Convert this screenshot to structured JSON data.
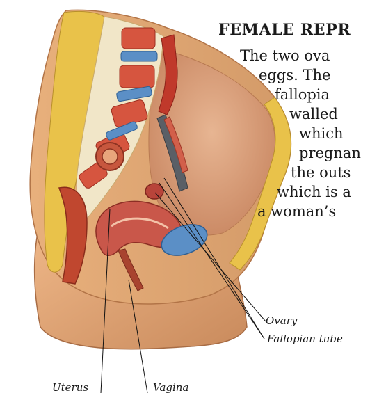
{
  "heading": {
    "first_letter": "F",
    "rest": "EMALE REPR"
  },
  "body_lines": [
    "The two ova",
    "eggs. The",
    "fallopia",
    "walled",
    "which",
    "pregnan",
    "the outs",
    "which is a",
    "a woman’s"
  ],
  "labels": {
    "ovary": "Ovary",
    "fallopian_tube": "Fallopian tube",
    "uterus": "Uterus",
    "vagina": "Vagina"
  },
  "colors": {
    "skin": "#e6a877",
    "yellow_fat": "#e9c24a",
    "red_muscle": "#c0392b",
    "bone": "#f1e6c8",
    "blue_disc": "#5b8fc6",
    "gray_vessel": "#5a5f66"
  }
}
